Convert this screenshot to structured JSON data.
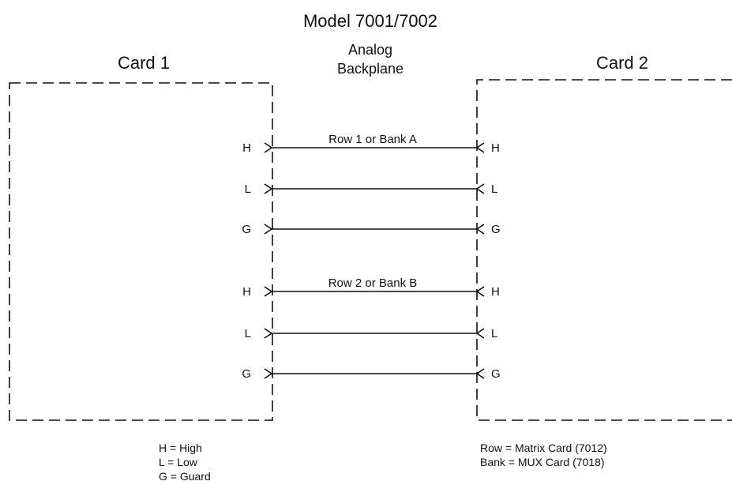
{
  "title": "Model 7001/7002",
  "backplane": {
    "line1": "Analog",
    "line2": "Backplane"
  },
  "card1": {
    "label": "Card 1"
  },
  "card2": {
    "label": "Card 2"
  },
  "rows": [
    {
      "label": "Row 1 or Bank A",
      "terminals": [
        "H",
        "L",
        "G"
      ]
    },
    {
      "label": "Row 2 or Bank B",
      "terminals": [
        "H",
        "L",
        "G"
      ]
    }
  ],
  "legend_left": [
    "H = High",
    "L = Low",
    "G = Guard"
  ],
  "legend_right": [
    "Row = Matrix Card (7012)",
    "Bank = MUX Card (7018)"
  ]
}
